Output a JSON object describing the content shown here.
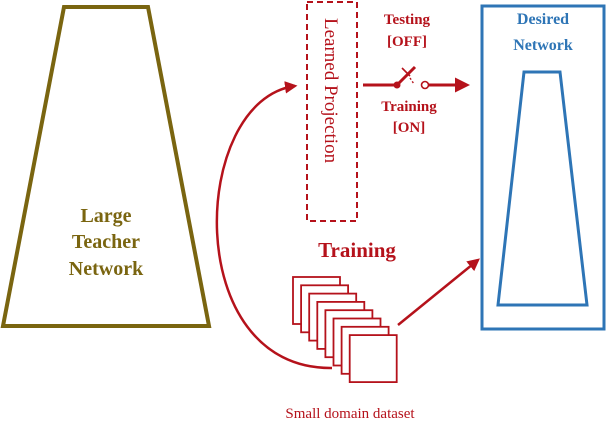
{
  "colors": {
    "teacher": "#7a6510",
    "accent": "#b5121b",
    "desired": "#2e75b6"
  },
  "teacher": {
    "label_lines": [
      "Large",
      "Teacher",
      "Network"
    ]
  },
  "projection": {
    "label": "Learned Projection"
  },
  "switch": {
    "testing_lines": [
      "Testing",
      "[OFF]"
    ],
    "training_lines": [
      "Training",
      "[ON]"
    ]
  },
  "training_label": "Training",
  "dataset": {
    "label": "Small domain dataset",
    "stack_count": 8
  },
  "desired": {
    "label_lines": [
      "Desired",
      "Network"
    ]
  }
}
